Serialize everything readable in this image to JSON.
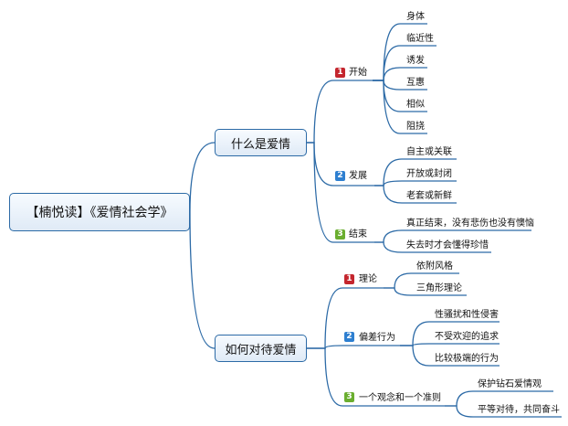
{
  "root": {
    "label": "【楠悦读】《爱情社会学》"
  },
  "branches": [
    {
      "label": "什么是爱情",
      "children": [
        {
          "badge": "1",
          "label": "开始",
          "leaves": [
            "身体",
            "临近性",
            "诱发",
            "互惠",
            "相似",
            "阻挠"
          ]
        },
        {
          "badge": "2",
          "label": "发展",
          "leaves": [
            "自主或关联",
            "开放或封闭",
            "老套或新鲜"
          ]
        },
        {
          "badge": "3",
          "label": "结束",
          "leaves": [
            "真正结束，没有悲伤也没有懊恼",
            "失去时才会懂得珍惜"
          ]
        }
      ]
    },
    {
      "label": "如何对待爱情",
      "children": [
        {
          "badge": "1",
          "label": "理论",
          "leaves": [
            "依附风格",
            "三角形理论"
          ]
        },
        {
          "badge": "2",
          "label": "偏差行为",
          "leaves": [
            "性骚扰和性侵害",
            "不受欢迎的追求",
            "比较极端的行为"
          ]
        },
        {
          "badge": "3",
          "label": "一个观念和一个准则",
          "leaves": [
            "保护钻石爱情观",
            "平等对待，共同奋斗"
          ]
        }
      ]
    }
  ],
  "colors": {
    "line": "#2c6aa6",
    "badge_1": "#c4262e",
    "badge_2": "#2e7fd0",
    "badge_3": "#6aae2f"
  }
}
